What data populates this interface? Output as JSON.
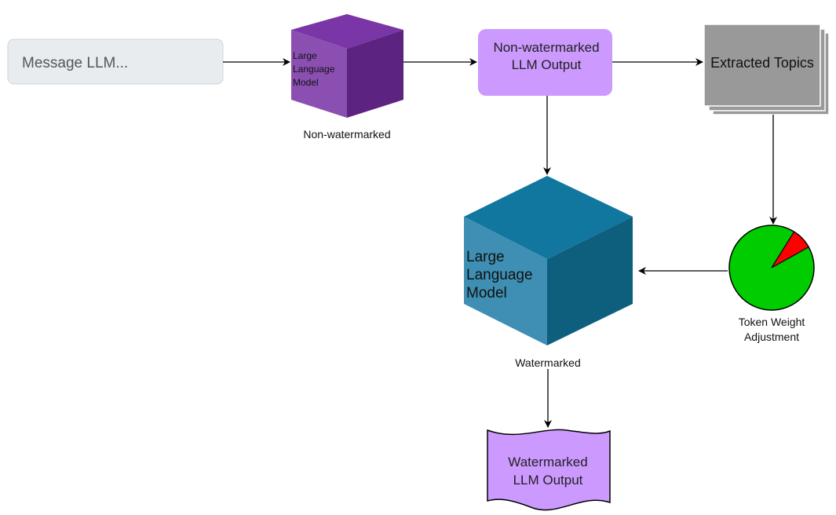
{
  "input": {
    "placeholder": "Message LLM..."
  },
  "model_small": {
    "label_lines": [
      "Large",
      "Language",
      "Model"
    ],
    "caption": "Non-watermarked"
  },
  "output_nonwm": {
    "label_lines": [
      "Non-watermarked",
      "LLM Output"
    ]
  },
  "topics": {
    "label": "Extracted Topics"
  },
  "weights": {
    "caption_lines": [
      "Token Weight",
      "Adjustment"
    ],
    "adjusted_fraction": 0.08
  },
  "model_large": {
    "label_lines": [
      "Large",
      "Language",
      "Model"
    ],
    "caption": "Watermarked"
  },
  "output_wm": {
    "label_lines": [
      "Watermarked",
      "LLM Output"
    ]
  },
  "colors": {
    "input_fill": "#e9ecef",
    "input_stroke": "#cfd4da",
    "purple_front": "#8a4fb0",
    "purple_top": "#7a35a6",
    "purple_side": "#5c2380",
    "lavender": "#cc99ff",
    "topic_gray": "#999999",
    "teal_front": "#3e8fb3",
    "teal_top": "#12779e",
    "teal_side": "#0e5f7e",
    "pie_green": "#00cc00",
    "pie_red": "#ff0000"
  }
}
